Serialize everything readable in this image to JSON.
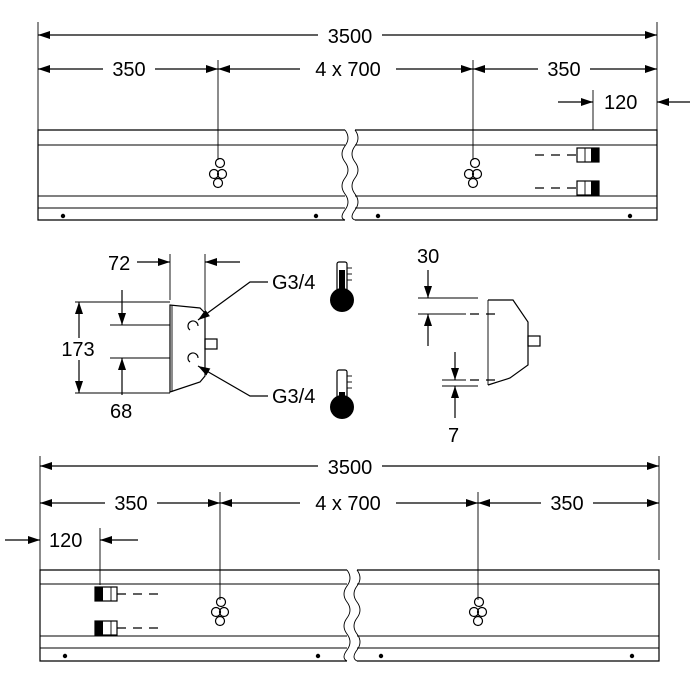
{
  "top_view": {
    "total_length": "3500",
    "end_offset_left": "350",
    "spacing": "4 x 700",
    "end_offset_right": "350",
    "bracket_offset": "120"
  },
  "section_view": {
    "depth": "72",
    "height": "173",
    "lower_offset": "68",
    "connection_upper": "G3/4",
    "connection_lower": "G3/4",
    "top_clearance": "30",
    "bottom_clearance": "7",
    "icons": [
      "thermometer-hot-icon",
      "thermometer-cold-icon"
    ]
  },
  "bottom_view": {
    "total_length": "3500",
    "end_offset_left": "350",
    "spacing": "4 x 700",
    "end_offset_right": "350",
    "bracket_offset": "120"
  }
}
